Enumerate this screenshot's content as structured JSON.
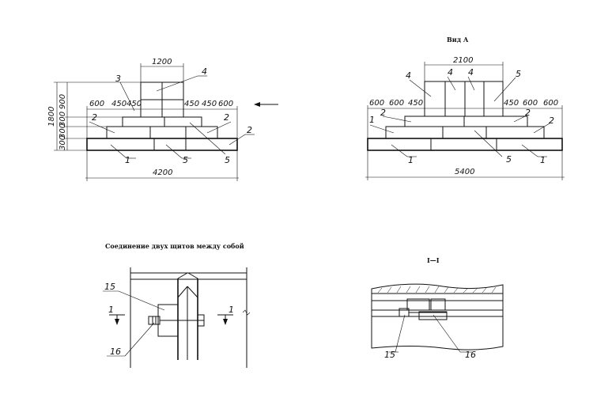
{
  "titles": {
    "view_a": "Вид А",
    "joint": "Соединение двух щитов между собой",
    "section": "I—I"
  },
  "left_elevation": {
    "dims_top": [
      "1200"
    ],
    "dims_upper": [
      "600",
      "450",
      "450",
      "450",
      "450",
      "600"
    ],
    "dims_vertical": [
      "1800",
      "900",
      "300",
      "300",
      "300"
    ],
    "dim_bottom": "4200",
    "callouts": [
      "3",
      "4",
      "2",
      "2",
      "2",
      "1",
      "5",
      "5"
    ]
  },
  "right_elevation": {
    "dim_top": "2100",
    "dims_upper": [
      "600",
      "600",
      "450",
      "450",
      "600",
      "600"
    ],
    "dim_bottom": "5400",
    "callouts": [
      "4",
      "4",
      "4",
      "5",
      "1",
      "2",
      "2",
      "2",
      "1",
      "5",
      "1"
    ]
  },
  "joint_detail": {
    "callouts": [
      "15",
      "16"
    ],
    "section_marks": [
      "1",
      "1"
    ]
  },
  "section_detail": {
    "callouts": [
      "15",
      "16"
    ]
  }
}
